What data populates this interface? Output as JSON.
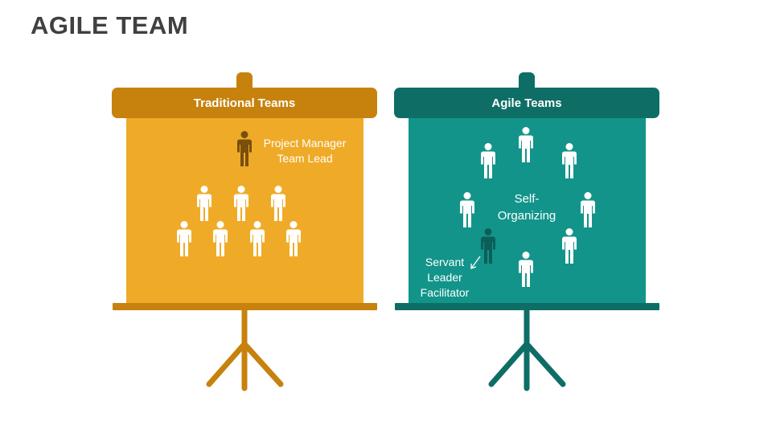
{
  "page": {
    "title": "AGILE TEAM"
  },
  "boards": [
    {
      "id": "traditional",
      "header": "Traditional Teams",
      "colors": {
        "header": "#C6820D",
        "screen": "#EFAB28",
        "stand": "#C6820D",
        "person": "#ffffff",
        "leader": "#7A4F0B"
      },
      "labels": {
        "leader": "Project Manager Team Lead"
      }
    },
    {
      "id": "agile",
      "header": "Agile Teams",
      "colors": {
        "header": "#0E6E66",
        "screen": "#12948A",
        "stand": "#0E6E66",
        "person": "#ffffff",
        "leader": "#0B5F58"
      },
      "labels": {
        "center": "Self-Organizing",
        "leader": "Servant Leader Facilitator"
      }
    }
  ]
}
